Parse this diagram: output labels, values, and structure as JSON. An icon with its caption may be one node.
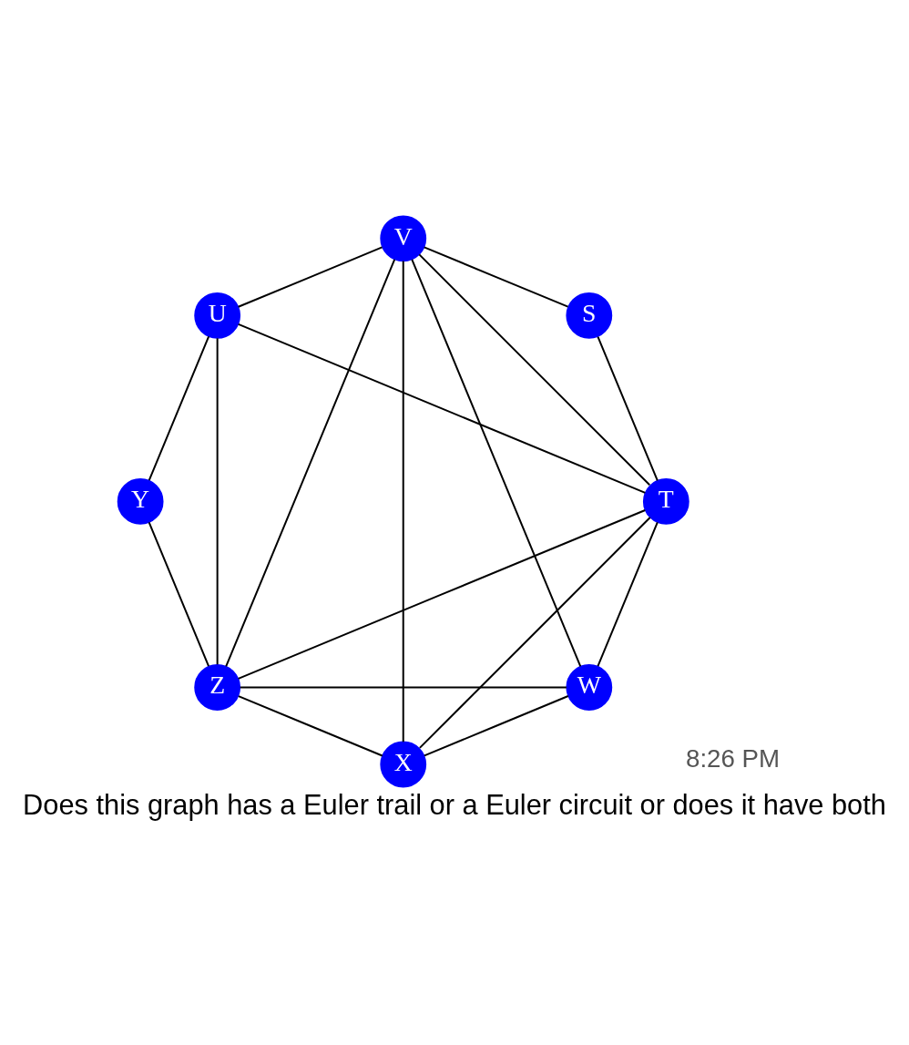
{
  "diagram": {
    "caption": "Does this graph has a Euler trail or a Euler circuit or does it have both",
    "nodes": [
      {
        "text": [
          "U"
        ]
      },
      {
        "text": [
          "V"
        ]
      },
      {
        "text": [
          "T"
        ]
      },
      {
        "text": [
          "W"
        ]
      },
      {
        "text": [
          "S"
        ]
      },
      {
        "text": [
          "X"
        ]
      },
      {
        "text": [
          "Z"
        ]
      },
      {
        "text": [
          "Y"
        ]
      }
    ],
    "edges": [
      {
        "from": 0,
        "to": 1,
        "arrow": "none"
      },
      {
        "from": 0,
        "to": 2,
        "arrow": "none"
      },
      {
        "from": 0,
        "to": 7,
        "arrow": "none"
      },
      {
        "from": 0,
        "to": 6,
        "arrow": "none"
      },
      {
        "from": 1,
        "to": 2,
        "arrow": "none"
      },
      {
        "from": 1,
        "to": 3,
        "arrow": "none"
      },
      {
        "from": 1,
        "to": 5,
        "arrow": "none"
      },
      {
        "from": 1,
        "to": 6,
        "arrow": "none"
      },
      {
        "from": 1,
        "to": 4,
        "arrow": "none"
      },
      {
        "from": 2,
        "to": 3,
        "arrow": "none"
      },
      {
        "from": 2,
        "to": 5,
        "arrow": "none"
      },
      {
        "from": 2,
        "to": 6,
        "arrow": "none"
      },
      {
        "from": 2,
        "to": 4,
        "arrow": "none"
      },
      {
        "from": 3,
        "to": 6,
        "arrow": "none"
      },
      {
        "from": 3,
        "to": 5,
        "arrow": "none"
      },
      {
        "from": 5,
        "to": 6,
        "arrow": "none"
      },
      {
        "from": 7,
        "to": 6,
        "arrow": "none"
      }
    ],
    "labels": [
      "8:26 PM"
    ]
  }
}
